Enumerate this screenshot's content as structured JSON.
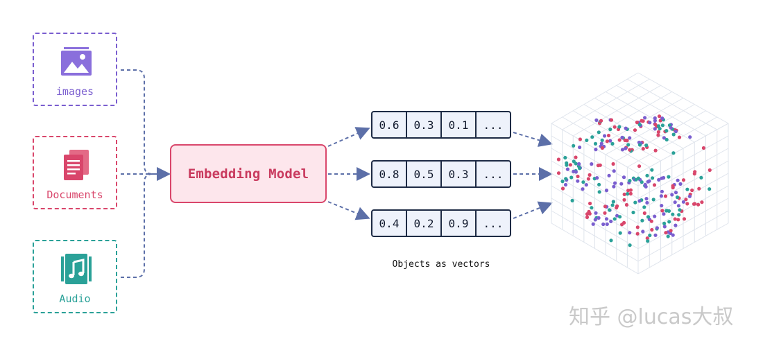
{
  "sources": [
    {
      "label": "images",
      "color": "#7a5ecf",
      "icon": "image-icon"
    },
    {
      "label": "Documents",
      "color": "#d9466b",
      "icon": "document-icon"
    },
    {
      "label": "Audio",
      "color": "#2aa198",
      "icon": "music-icon"
    }
  ],
  "model": {
    "label": "Embedding Model"
  },
  "vectors": [
    [
      "0.6",
      "0.3",
      "0.1",
      "..."
    ],
    [
      "0.8",
      "0.5",
      "0.3",
      "..."
    ],
    [
      "0.4",
      "0.2",
      "0.9",
      "..."
    ]
  ],
  "caption": "Objects as vectors",
  "watermark": "知乎 @lucas大叔",
  "colors": {
    "arrow": "#5c6fa8",
    "grid": "#dfe4ec",
    "dots": [
      "#d9466b",
      "#7a5ecf",
      "#2aa198"
    ]
  }
}
